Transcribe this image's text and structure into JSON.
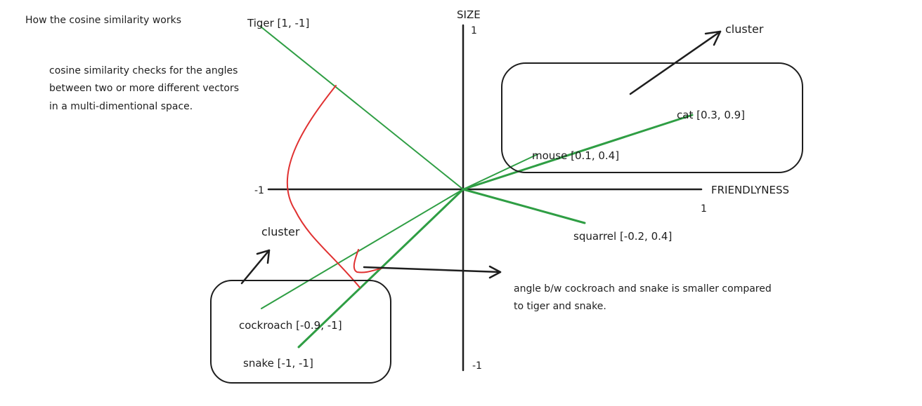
{
  "title": "How the cosine similarity works",
  "explanation": [
    "cosine similarity checks for the angles",
    "between two or more different vectors",
    "in a multi-dimentional space."
  ],
  "axes": {
    "y_label": "SIZE",
    "x_label": "FRIENDLYNESS",
    "y_pos_tick": "1",
    "y_neg_tick": "-1",
    "x_pos_tick": "1",
    "x_neg_tick": "-1"
  },
  "vectors": {
    "tiger": "Tiger [1, -1]",
    "cat": "cat [0.3, 0.9]",
    "mouse": "mouse [0.1, 0.4]",
    "squarrel": "squarrel [-0.2, 0.4]",
    "cockroach": "cockroach [-0.9, -1]",
    "snake": "snake [-1, -1]"
  },
  "clusters": {
    "top_label": "cluster",
    "bottom_label": "cluster"
  },
  "annotation": [
    "angle b/w cockroach and snake is smaller compared",
    "to tiger and snake."
  ],
  "colors": {
    "vector": "#2f9e44",
    "angle": "#e03131",
    "ink": "#1e1e1e"
  }
}
